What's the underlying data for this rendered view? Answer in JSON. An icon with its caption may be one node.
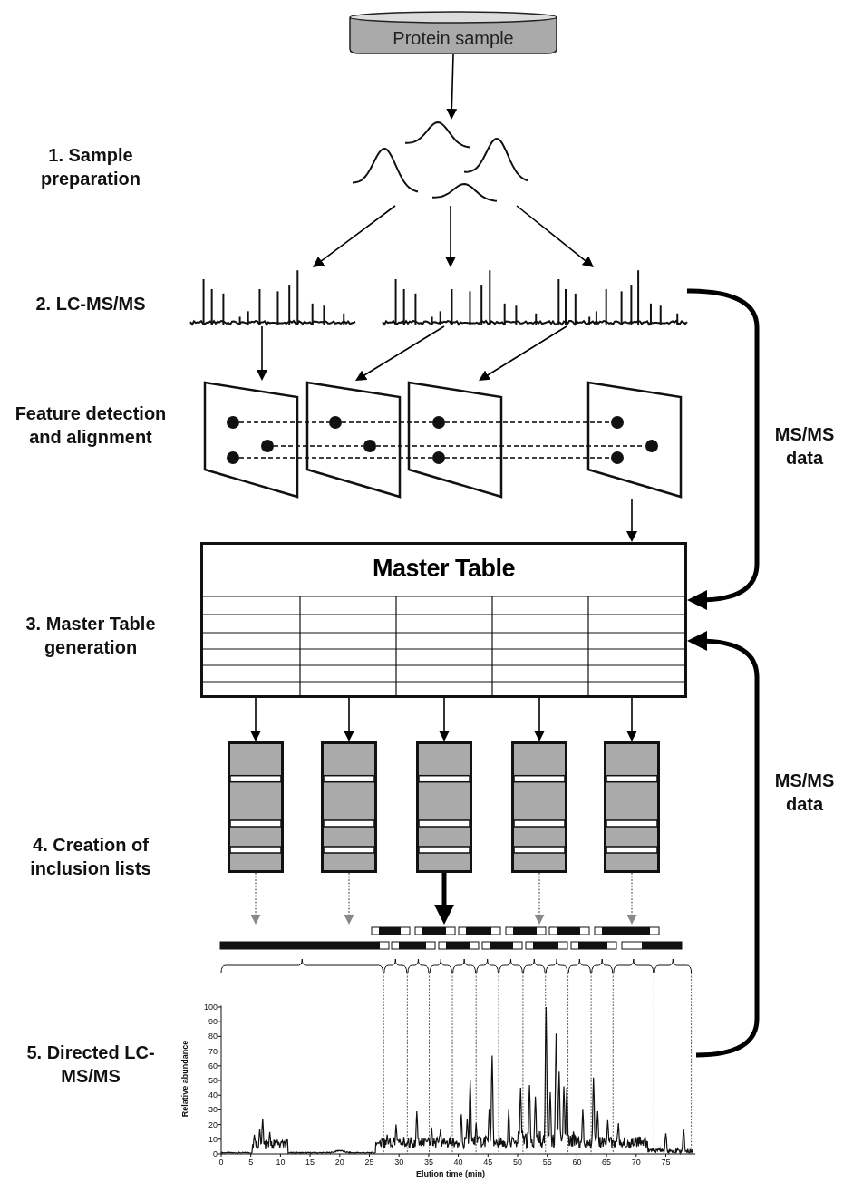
{
  "diagram": {
    "nodes": [
      {
        "text": [
          "Protein sample"
        ]
      },
      {
        "text": [],
        "shape": "picture"
      },
      {
        "text": [],
        "shape": "picture"
      },
      {
        "text": [],
        "shape": "picture"
      },
      {
        "text": [],
        "shape": "picture"
      },
      {
        "text": [],
        "shape": "box"
      },
      {
        "text": [],
        "shape": "box"
      },
      {
        "text": [],
        "shape": "box"
      },
      {
        "text": [],
        "shape": "box"
      },
      {
        "text": [
          "Master Table"
        ]
      },
      {
        "text": [],
        "shape": "box"
      },
      {
        "text": [],
        "shape": "box"
      },
      {
        "text": [],
        "shape": "box"
      },
      {
        "text": [],
        "shape": "box"
      },
      {
        "text": [],
        "shape": "box"
      },
      {
        "text": [],
        "shape": "bar"
      },
      {
        "text": [],
        "shape": "picture"
      },
      {
        "text": [],
        "shape": "circle",
        "in": 5
      },
      {
        "text": [],
        "shape": "circle",
        "in": 5
      },
      {
        "text": [],
        "shape": "circle",
        "in": 5
      },
      {
        "text": [],
        "shape": "circle",
        "in": 6
      },
      {
        "text": [],
        "shape": "circle",
        "in": 6
      },
      {
        "text": [],
        "shape": "circle",
        "in": 7
      },
      {
        "text": [],
        "shape": "circle",
        "in": 7
      },
      {
        "text": [],
        "shape": "circle",
        "in": 8
      },
      {
        "text": [],
        "shape": "circle",
        "in": 8
      },
      {
        "text": [],
        "shape": "circle",
        "in": 8
      }
    ],
    "edges": [
      {
        "from": 0,
        "to": 1,
        "arrow": "to"
      },
      {
        "from": 1,
        "to": 2,
        "arrow": "to"
      },
      {
        "from": 1,
        "to": 3,
        "arrow": "to"
      },
      {
        "from": 1,
        "to": 4,
        "arrow": "to"
      },
      {
        "from": 2,
        "to": 5,
        "arrow": "to"
      },
      {
        "from": 3,
        "to": 6,
        "arrow": "to"
      },
      {
        "from": 4,
        "to": 7,
        "arrow": "to"
      },
      {
        "from": 8,
        "to": 9,
        "arrow": "to"
      },
      {
        "from": 4,
        "to": 9,
        "arrow": "to",
        "label": "MS/MS data",
        "style": "thick"
      },
      {
        "from": 16,
        "to": 9,
        "arrow": "to",
        "label": "MS/MS data",
        "style": "thick"
      },
      {
        "from": 9,
        "to": 10,
        "arrow": "to"
      },
      {
        "from": 9,
        "to": 11,
        "arrow": "to"
      },
      {
        "from": 9,
        "to": 12,
        "arrow": "to"
      },
      {
        "from": 9,
        "to": 13,
        "arrow": "to"
      },
      {
        "from": 9,
        "to": 14,
        "arrow": "to"
      },
      {
        "from": 10,
        "to": 15,
        "arrow": "to",
        "style": "dashed",
        "color": "#888888"
      },
      {
        "from": 11,
        "to": 15,
        "arrow": "to",
        "style": "dashed",
        "color": "#888888"
      },
      {
        "from": 12,
        "to": 15,
        "arrow": "to",
        "style": "thick"
      },
      {
        "from": 13,
        "to": 15,
        "arrow": "to",
        "style": "dashed",
        "color": "#888888"
      },
      {
        "from": 14,
        "to": 15,
        "arrow": "to",
        "style": "dashed",
        "color": "#888888"
      },
      {
        "from": 17,
        "to": 20,
        "arrow": "none",
        "style": "dashed"
      },
      {
        "from": 20,
        "to": 22,
        "arrow": "none",
        "style": "dashed"
      },
      {
        "from": 22,
        "to": 24,
        "arrow": "none",
        "style": "dashed"
      },
      {
        "from": 19,
        "to": 21,
        "arrow": "none",
        "style": "dashed"
      },
      {
        "from": 21,
        "to": 26,
        "arrow": "none",
        "style": "dashed"
      },
      {
        "from": 18,
        "to": 23,
        "arrow": "none",
        "style": "dashed"
      },
      {
        "from": 23,
        "to": 25,
        "arrow": "none",
        "style": "dashed"
      }
    ],
    "labels": [
      "1. Sample preparation",
      "2. LC-MS/MS",
      "Feature detection and alignment",
      "3. Master Table generation",
      "4. Creation of inclusion lists",
      "5. Directed LC-MS/MS",
      "100",
      "90",
      "80",
      "70",
      "60",
      "50",
      "40",
      "30",
      "20",
      "10",
      "0",
      "Relative abundance",
      "0",
      "5",
      "10",
      "15",
      "20",
      "25",
      "30",
      "35",
      "40",
      "45",
      "50",
      "55",
      "60",
      "65",
      "70",
      "75",
      "Elution time (min)"
    ]
  }
}
